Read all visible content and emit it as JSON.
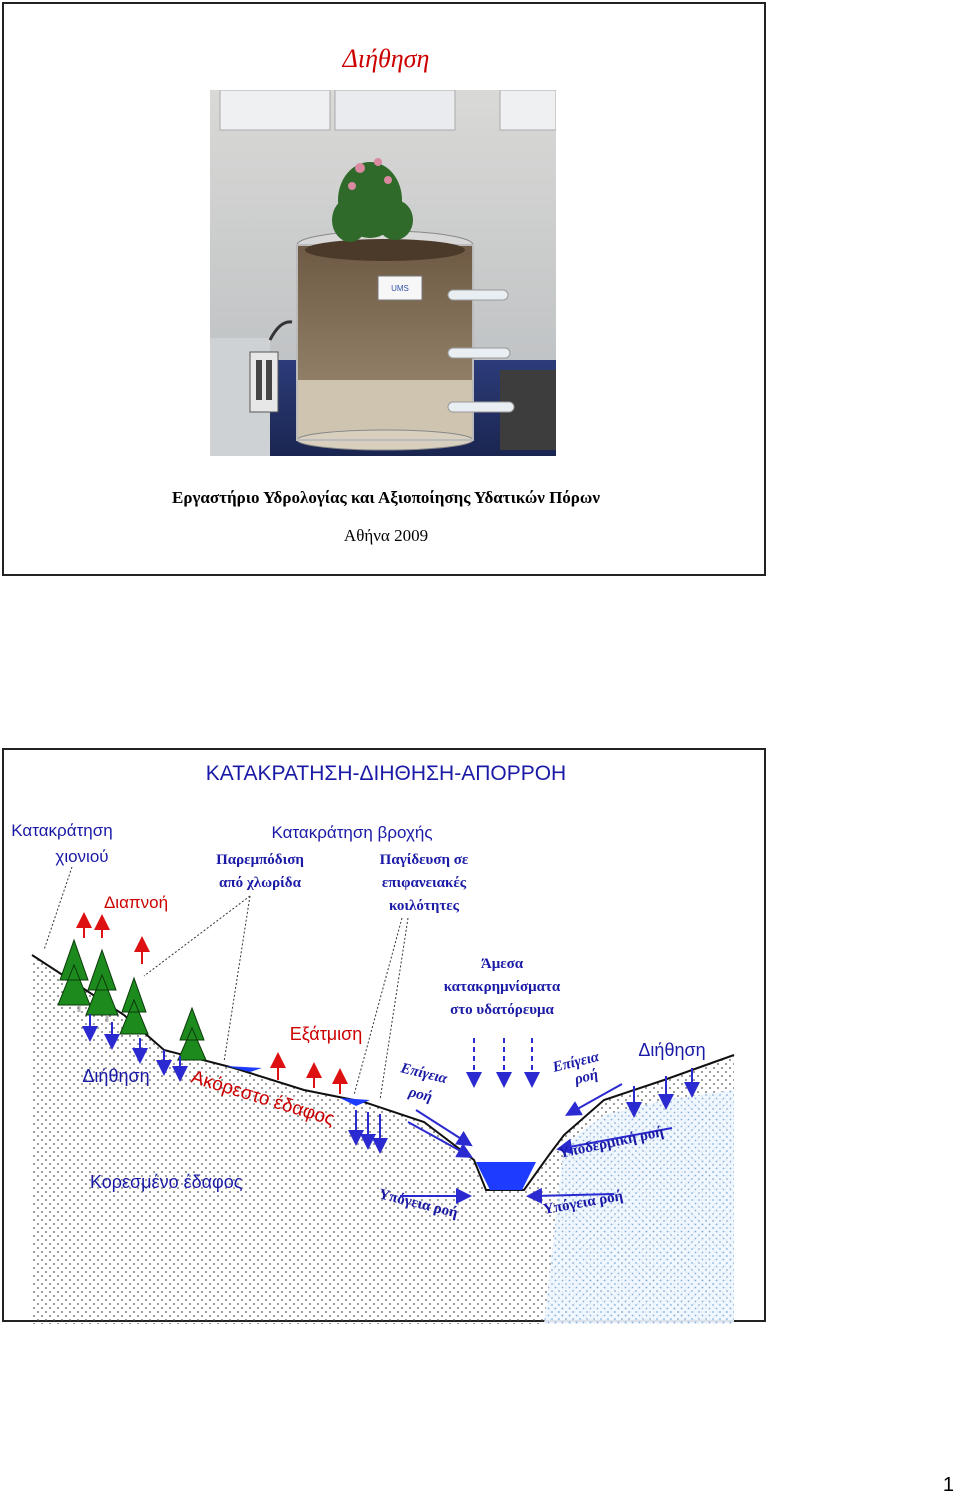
{
  "slide1": {
    "title": "Διήθηση",
    "caption_line1": "Εργαστήριο Υδρολογίας και Αξιοποίησης Υδατικών Πόρων",
    "caption_line2": "Αθήνα 2009",
    "photo_label": "UMS"
  },
  "slide2": {
    "title": "ΚΑΤΑΚΡΑΤΗΣΗ-ΔΙΗΘΗΣΗ-ΑΠΟΡΡΟΗ",
    "snow_l1": "Κατακράτηση",
    "snow_l2": "χιονιού",
    "transpiration": "Διαπνοή",
    "rain_retention": "Κατακράτηση βροχής",
    "veg_l1": "Παρεμπόδιση",
    "veg_l2": "από χλωρίδα",
    "trap_l1": "Παγίδευση σε",
    "trap_l2": "επιφανειακές",
    "trap_l3": "κοιλότητες",
    "direct_l1": "Άμεσα",
    "direct_l2": "κατακρημνίσματα",
    "direct_l3": "στο υδατόρευμα",
    "evaporation": "Εξάτμιση",
    "infiltration_left": "Διήθηση",
    "infiltration_right": "Διήθηση",
    "unsaturated": "Ακόρεστο έδαφος",
    "saturated": "Κορεσμένο έδαφος",
    "surface_l1": "Επίγεια",
    "surface_l2": "ροή",
    "surface_r1": "Επίγεια",
    "surface_r2": "ροή",
    "subsurface": "Υποδερμική ροή",
    "groundwater_left": "Υπόγεια ροή",
    "groundwater_right": "Υπόγεια ροή"
  },
  "page_number": "1",
  "colors": {
    "title_red": "#cc0000",
    "label_blue": "#1a1aa6",
    "arrow_blue": "#2a2ad0",
    "arrow_red": "#dd1111",
    "tree_green": "#1d8a1d",
    "water_blue": "#1e3cff"
  }
}
